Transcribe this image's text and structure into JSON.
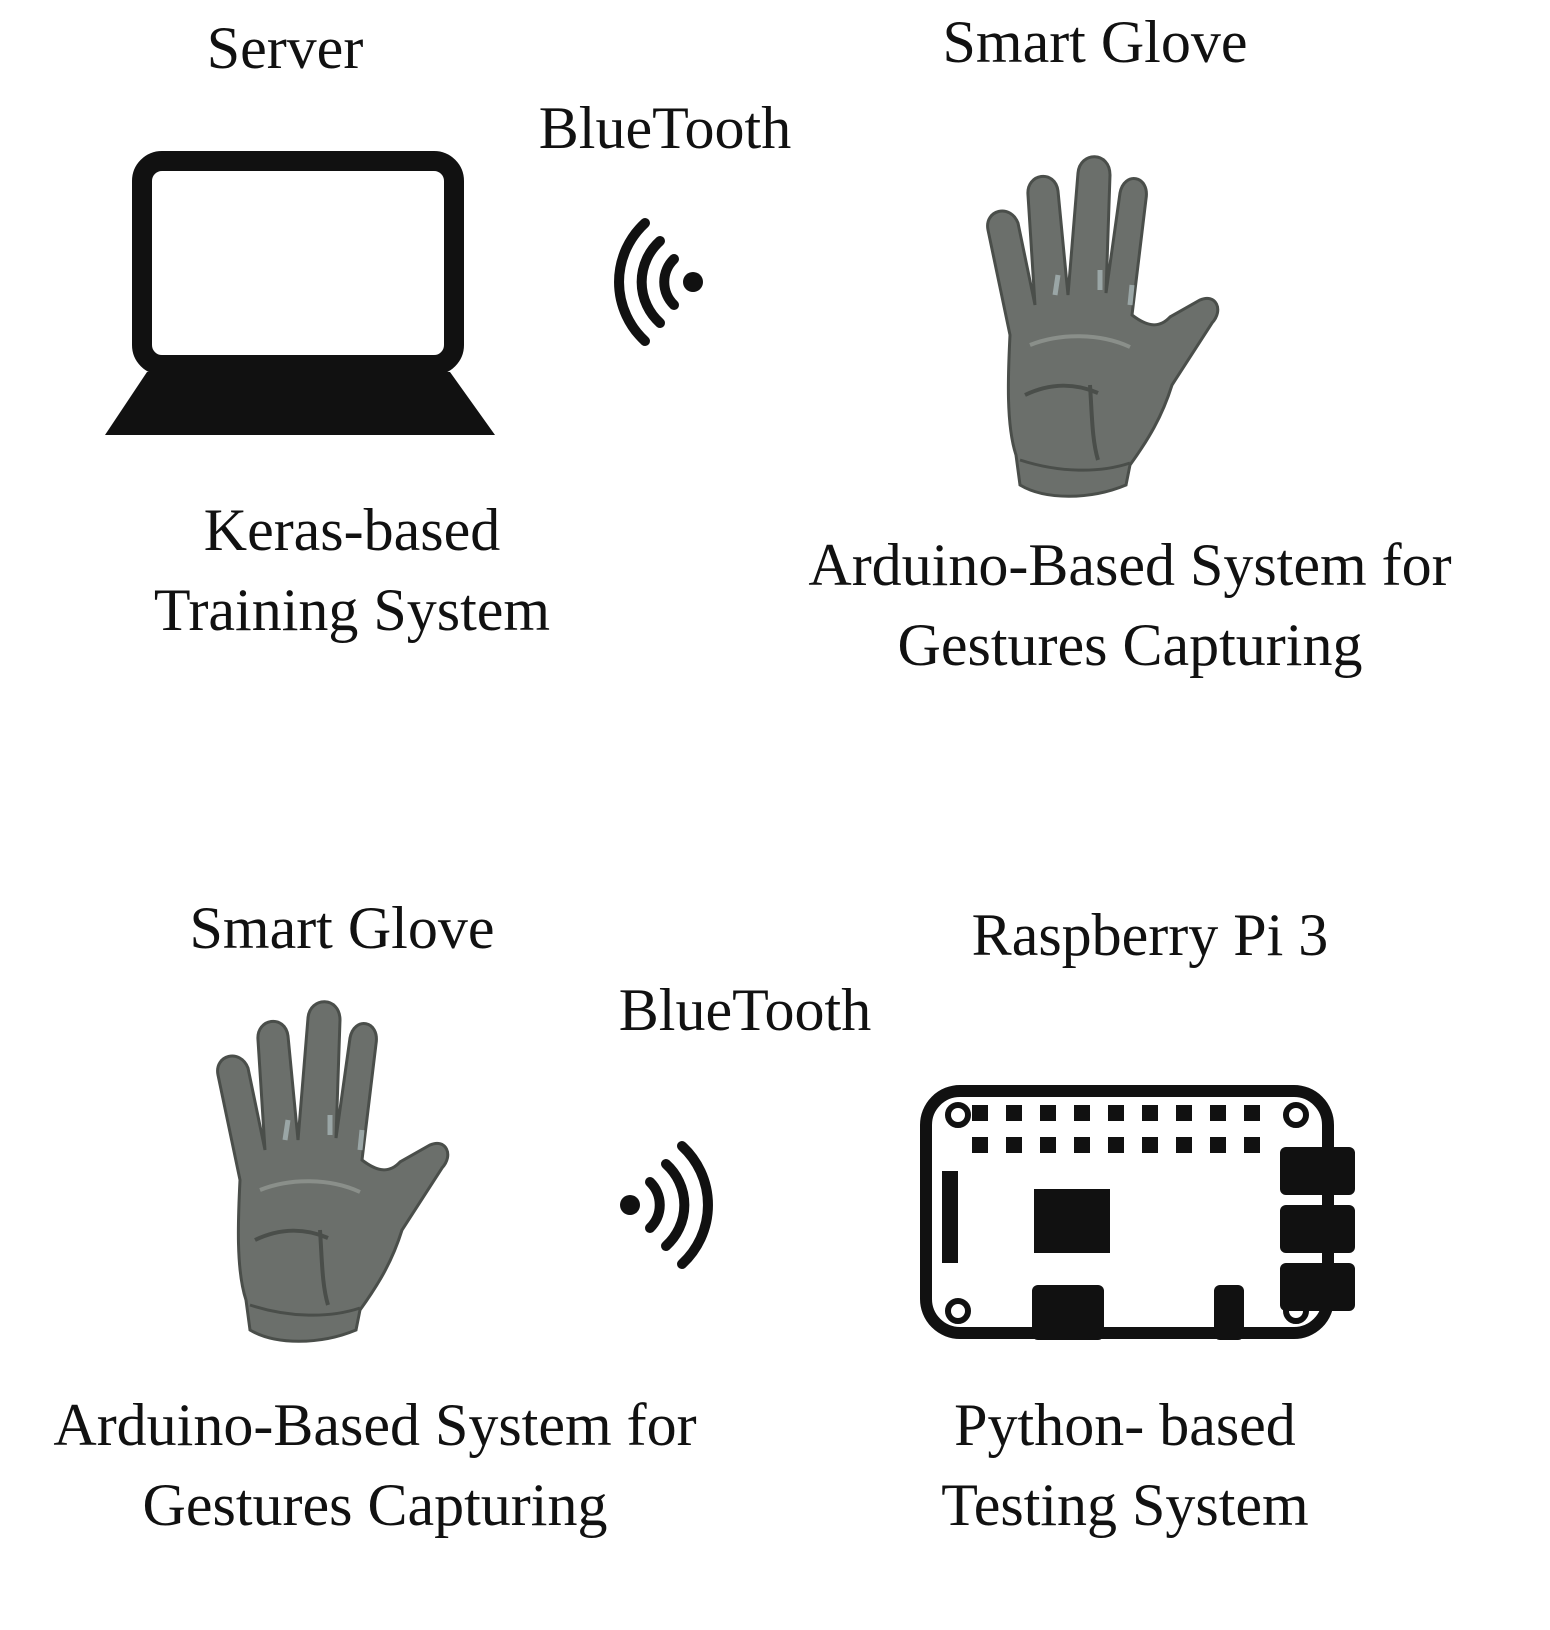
{
  "top": {
    "server": {
      "title": "Server",
      "desc_line1": "Keras-based",
      "desc_line2": "Training System"
    },
    "link_label": "BlueTooth",
    "glove": {
      "title": "Smart Glove",
      "desc_line1": "Arduino-Based System for",
      "desc_line2": "Gestures Capturing"
    }
  },
  "bottom": {
    "glove": {
      "title": "Smart Glove",
      "desc_line1": "Arduino-Based System for",
      "desc_line2": "Gestures Capturing"
    },
    "link_label": "BlueTooth",
    "pi": {
      "title": "Raspberry Pi 3",
      "desc_line1": "Python- based",
      "desc_line2": "Testing System"
    }
  },
  "colors": {
    "ink": "#111111",
    "glove_fill": "#6b6f6b",
    "glove_dark": "#4a4e4a",
    "glove_light": "#8a8f8a",
    "glove_seam": "#9aa6a6"
  },
  "icons": {
    "server": "laptop-icon",
    "glove": "glove-icon",
    "wireless": "wireless-signal-icon",
    "board": "raspberry-pi-board-icon"
  }
}
